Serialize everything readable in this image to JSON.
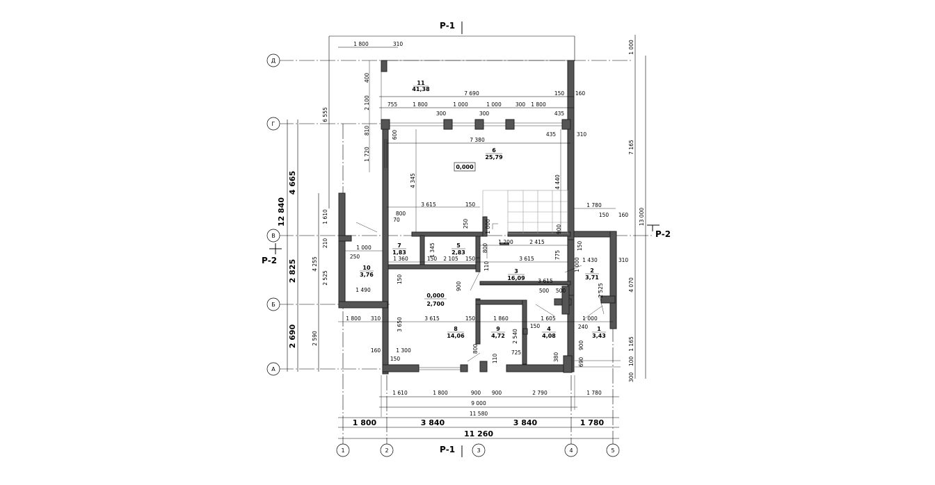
{
  "sections": {
    "top": "Р-1",
    "bottom": "Р-1",
    "left": "Р-2",
    "right": "Р-2"
  },
  "axes": {
    "columns": [
      "1",
      "2",
      "3",
      "4",
      "5"
    ],
    "rows": [
      "Д",
      "Г",
      "В",
      "Б",
      "А"
    ]
  },
  "rooms": [
    {
      "num": "11",
      "area": "41,38"
    },
    {
      "num": "6",
      "area": "25,79"
    },
    {
      "num": "7",
      "area": "1,83"
    },
    {
      "num": "5",
      "area": "2,83"
    },
    {
      "num": "10",
      "area": "3,76"
    },
    {
      "num": "3",
      "area": "16,09"
    },
    {
      "num": "2",
      "area": "3,71"
    },
    {
      "num": "8",
      "area": "14,06"
    },
    {
      "num": "9",
      "area": "4,72"
    },
    {
      "num": "4",
      "area": "4,08"
    },
    {
      "num": "1",
      "area": "3,43"
    }
  ],
  "levels": {
    "upper": "0,000",
    "lower_top": "0,000",
    "lower_bottom": "2,700"
  },
  "dims": {
    "bottom_total": [
      "1 800",
      "3 840",
      "3 840",
      "1 780"
    ],
    "bottom_overall": "11 260",
    "bottom_chain": [
      "1 610",
      "1 800",
      "900",
      "900",
      "2 790",
      "1 780"
    ],
    "bottom_9000": "9 000",
    "bottom_11580": "11 580",
    "left_big": [
      "4 665",
      "12 840",
      "2 825",
      "2 690"
    ],
    "left_small": [
      "6 555",
      "1 610",
      "210",
      "4 255",
      "2 525",
      "2 590"
    ],
    "right_chain": [
      "1 000",
      "7 165",
      "13 000",
      "4 070",
      "1 165",
      "100",
      "300"
    ],
    "top_1800": "1 800",
    "top_310": "310",
    "top_7690": "7 690",
    "top_150": "150",
    "top_160": "160",
    "row_chain": [
      "755",
      "1 800",
      "1 000",
      "1 000",
      "1 800",
      "435"
    ],
    "row_300": [
      "300",
      "300",
      "300"
    ],
    "d_7380": "7 380",
    "d_435": "435",
    "d_310": "310",
    "d_400": "400",
    "d_2100": "2 100",
    "d_810": "810",
    "d_1720": "1 720",
    "d_600": "600",
    "d_4345": "4 345",
    "d_4440": "4 440",
    "d_3615a": "3 615",
    "d_150a": "150",
    "d_800a": "800",
    "d_70": "70",
    "d_1000a": "1 000",
    "d_1780a": "1 780",
    "d_150b": "150",
    "d_160b": "160",
    "d_250a": "250",
    "d_1345": "1 345",
    "d_1200": "1 200",
    "d_2415": "2 415",
    "d_900a": "900",
    "d_800b": "800",
    "d_1000b": "1 000",
    "d_250b": "250",
    "d_1360": "1 360",
    "d_150c": "150",
    "d_2105": "2 105",
    "d_150d": "150",
    "d_3615b": "3 615",
    "d_1430": "1 430",
    "d_310b": "310",
    "d_775": "775",
    "d_1490": "1 490",
    "d_3615c": "3 615",
    "d_500a": "500",
    "d_500b": "500",
    "d_150e": "150",
    "d_900b": "900",
    "d_2525": "2 525",
    "d_1800c": "1 800",
    "d_310c": "310",
    "d_3615d": "3 615",
    "d_150f": "150",
    "d_1860": "1 860",
    "d_1605": "1 605",
    "d_3650": "3 650",
    "d_2540": "2 540",
    "d_150g": "150",
    "d_240": "240",
    "d_1000c": "1 000",
    "d_1300": "1 300",
    "d_160c": "160",
    "d_150h": "150",
    "d_800c": "800",
    "d_110": "110",
    "d_725": "725",
    "d_380": "380",
    "d_900c": "900",
    "d_690": "690"
  }
}
